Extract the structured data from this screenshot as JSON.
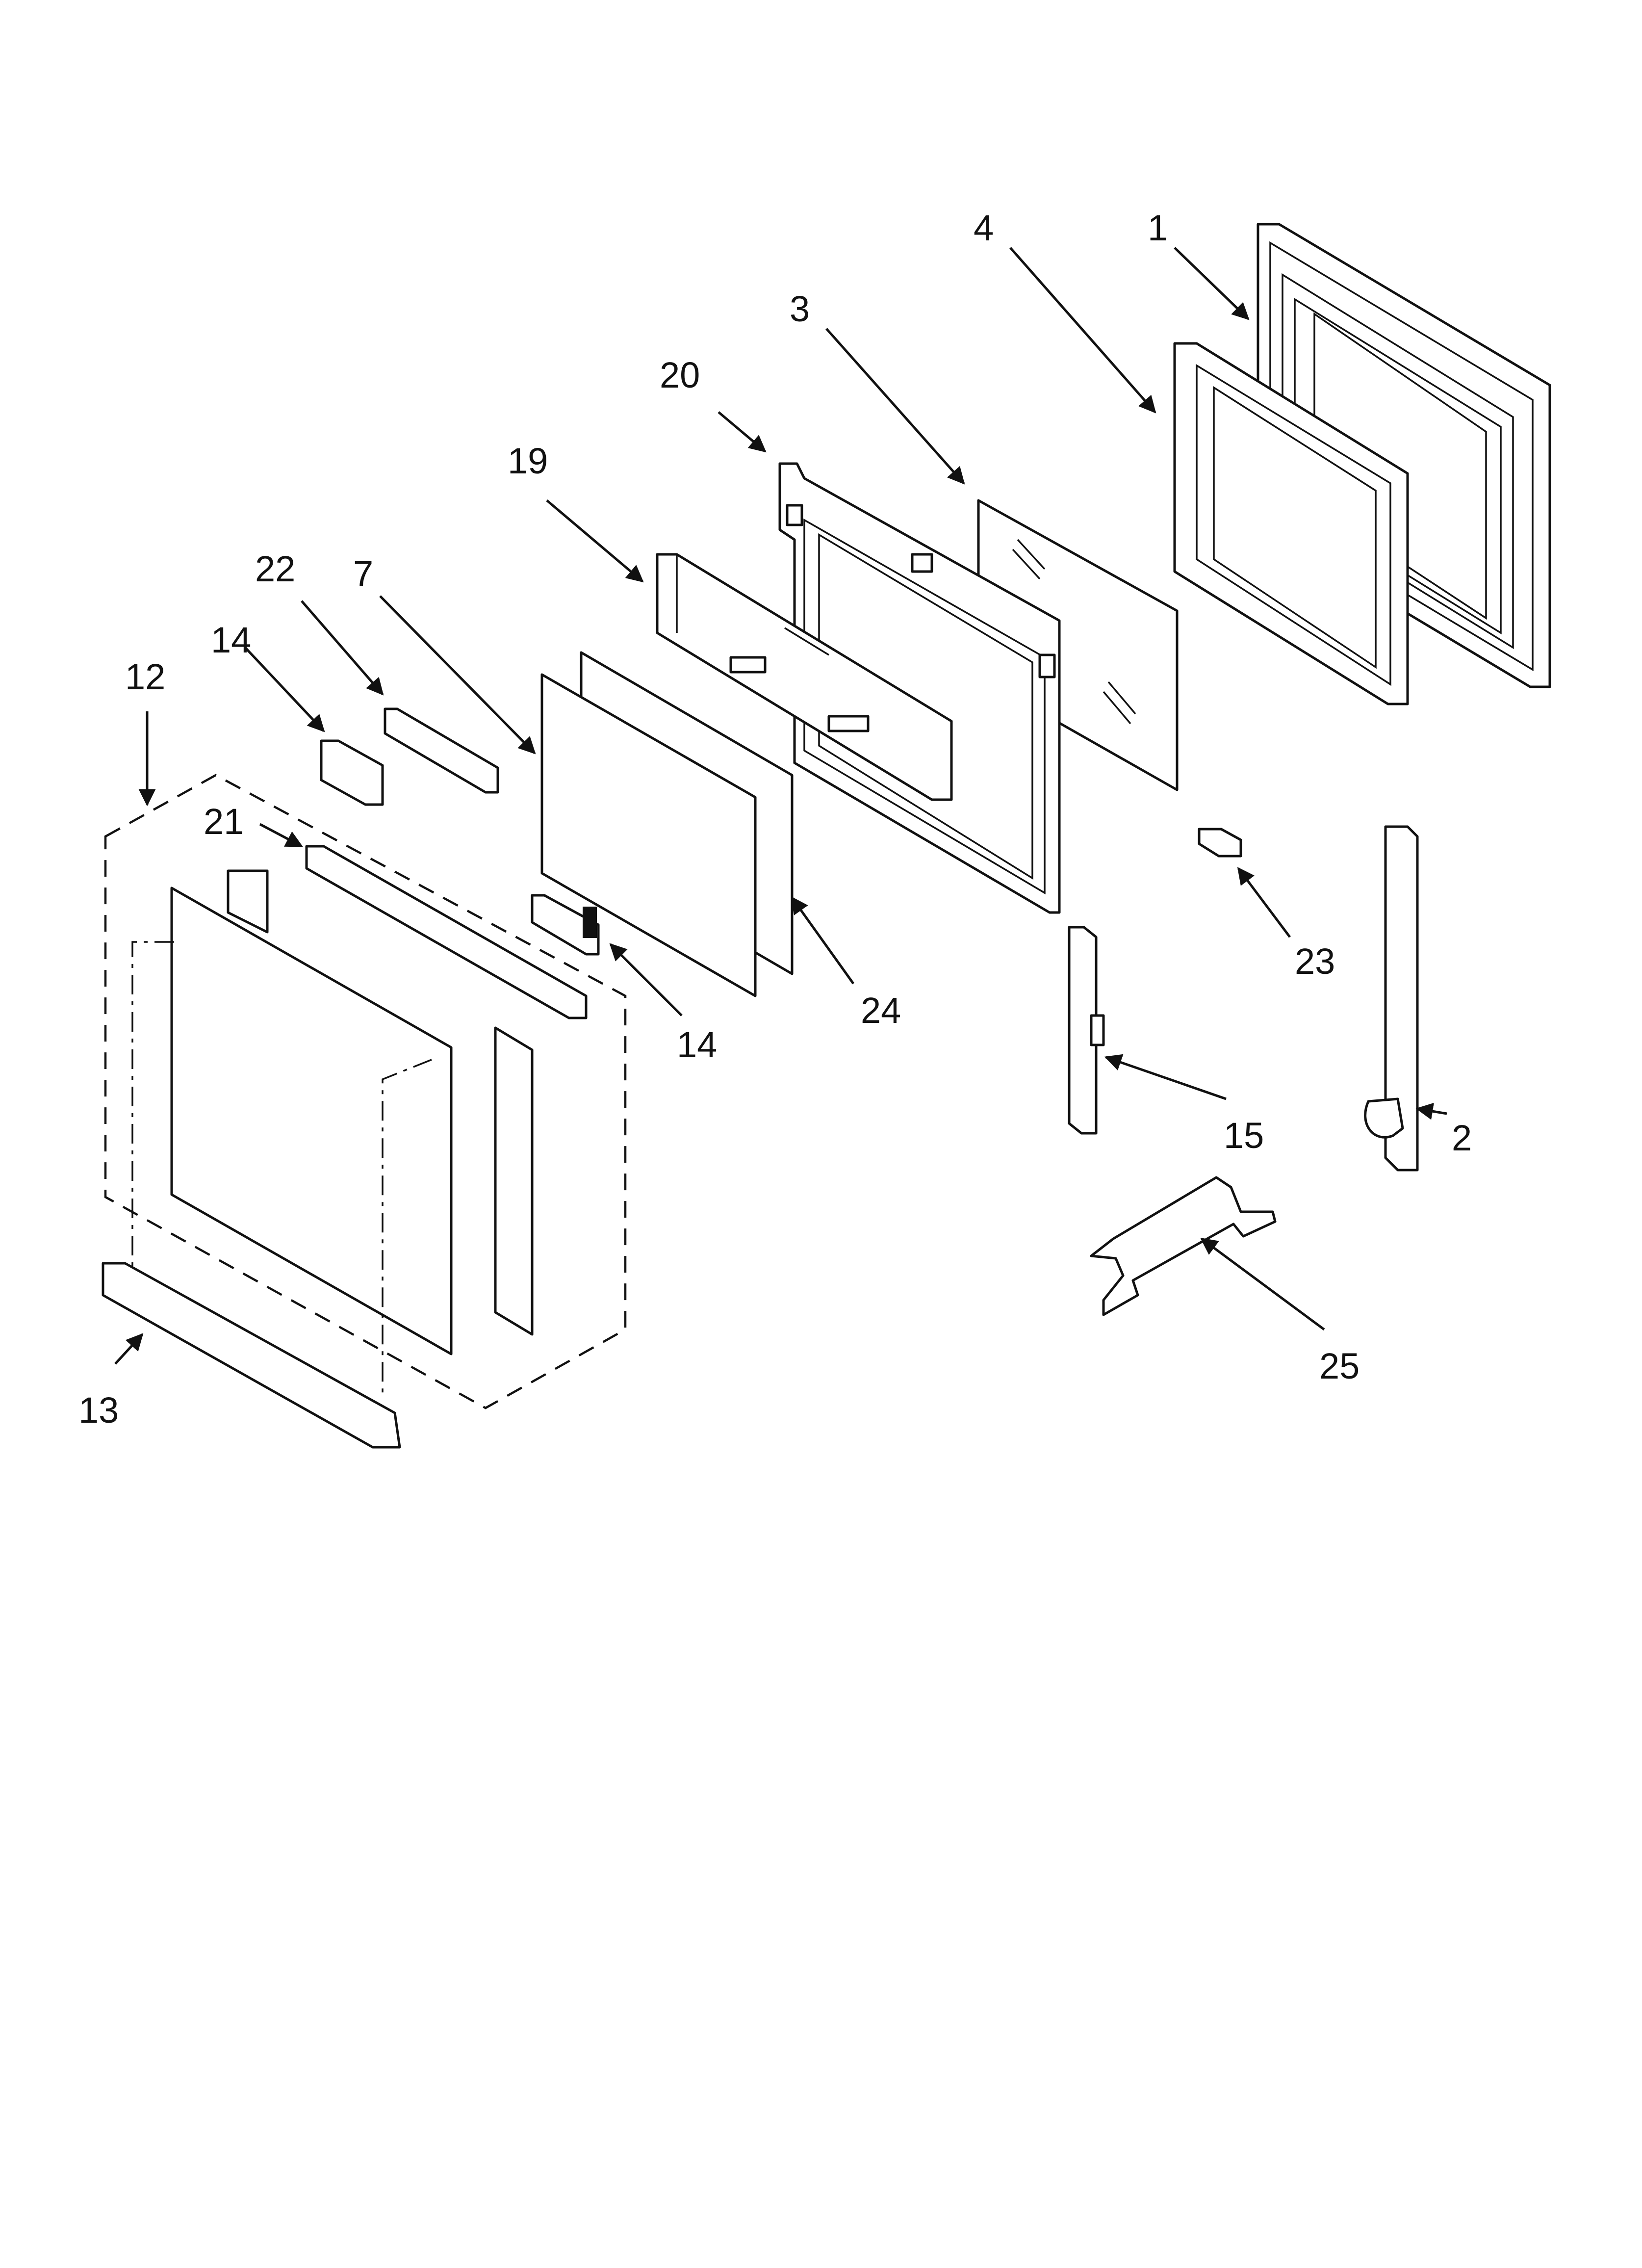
{
  "callouts": [
    {
      "id": "1",
      "label": "1"
    },
    {
      "id": "2",
      "label": "2"
    },
    {
      "id": "3",
      "label": "3"
    },
    {
      "id": "4",
      "label": "4"
    },
    {
      "id": "7",
      "label": "7"
    },
    {
      "id": "12",
      "label": "12"
    },
    {
      "id": "13",
      "label": "13"
    },
    {
      "id": "14a",
      "label": "14"
    },
    {
      "id": "14b",
      "label": "14"
    },
    {
      "id": "15",
      "label": "15"
    },
    {
      "id": "19",
      "label": "19"
    },
    {
      "id": "20",
      "label": "20"
    },
    {
      "id": "21",
      "label": "21"
    },
    {
      "id": "22",
      "label": "22"
    },
    {
      "id": "23",
      "label": "23"
    },
    {
      "id": "24",
      "label": "24"
    },
    {
      "id": "25",
      "label": "25"
    }
  ]
}
